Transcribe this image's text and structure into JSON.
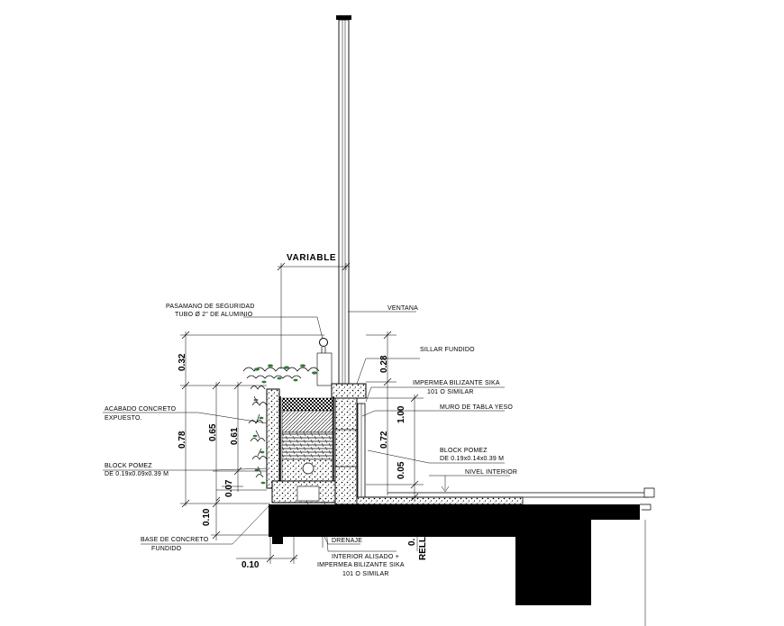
{
  "labels": {
    "variable": "VARIABLE",
    "pasamano_1": "PASAMANO DE SEGURIDAD",
    "pasamano_2": "TUBO Ø 2\" DE ALUMINIO",
    "ventana": "VENTANA",
    "sillar": "SILLAR FUNDIDO",
    "impermea_1": "IMPERMEA BILIZANTE SIKA",
    "impermea_2": "101 O SIMILAR",
    "muro": "MURO DE TABLA YESO",
    "acabado_1": "ACABADO CONCRETO",
    "acabado_2": "EXPUESTO.",
    "block_left_1": "BLOCK POMEZ",
    "block_left_2": "DE 0.19x0.09x0.39 M",
    "block_right_1": "BLOCK POMEZ",
    "block_right_2": "DE 0.19x0.14x0.39 M",
    "nivel": "NIVEL INTERIOR",
    "base_1": "BASE DE CONCRETO",
    "base_2": "FUNDIDO",
    "drenaje": "DRENAJE",
    "interior_1": "INTERIOR ALISADO +",
    "interior_2": "IMPERMEA BILIZANTE SIKA",
    "interior_3": "101 O SIMILAR",
    "rell": "RELL"
  },
  "dimensions": {
    "d032": "0.32",
    "d078": "0.78",
    "d065": "0.65",
    "d061": "0.61",
    "d007": "0.07",
    "d010_v": "0.10",
    "d010_h": "0.10",
    "d028": "0.28",
    "d100": "1.00",
    "d072": "0.72",
    "d005": "0.05",
    "d0_partial": "0."
  }
}
